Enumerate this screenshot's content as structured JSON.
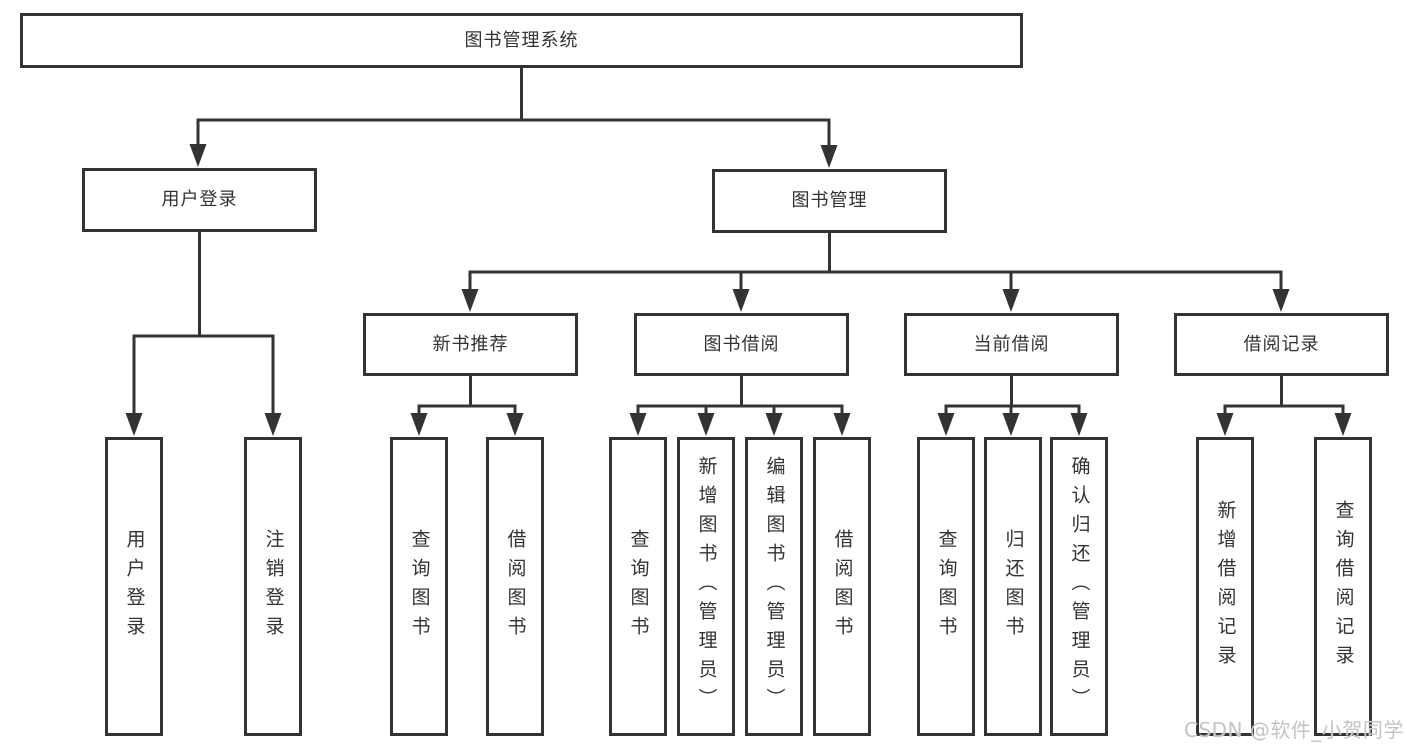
{
  "diagram": {
    "type": "tree",
    "colors": {
      "line": "#333333",
      "text": "#333333",
      "box_bg": "#ffffff",
      "watermark": "#c4c4c4"
    },
    "tree": {
      "label": "图书管理系统",
      "children": [
        {
          "label": "用户登录",
          "children": [
            {
              "label": "用户登录"
            },
            {
              "label": "注销登录"
            }
          ]
        },
        {
          "label": "图书管理",
          "children": [
            {
              "label": "新书推荐",
              "children": [
                {
                  "label": "查询图书"
                },
                {
                  "label": "借阅图书"
                }
              ]
            },
            {
              "label": "图书借阅",
              "children": [
                {
                  "label": "查询图书"
                },
                {
                  "label": "新增图书（管理员）"
                },
                {
                  "label": "编辑图书（管理员）"
                },
                {
                  "label": "借阅图书"
                }
              ]
            },
            {
              "label": "当前借阅",
              "children": [
                {
                  "label": "查询图书"
                },
                {
                  "label": "归还图书"
                },
                {
                  "label": "确认归还（管理员）"
                }
              ]
            },
            {
              "label": "借阅记录",
              "children": [
                {
                  "label": "新增借阅记录"
                },
                {
                  "label": "查询借阅记录"
                }
              ]
            }
          ]
        }
      ]
    },
    "watermark": "CSDN @软件_小贺同学"
  }
}
